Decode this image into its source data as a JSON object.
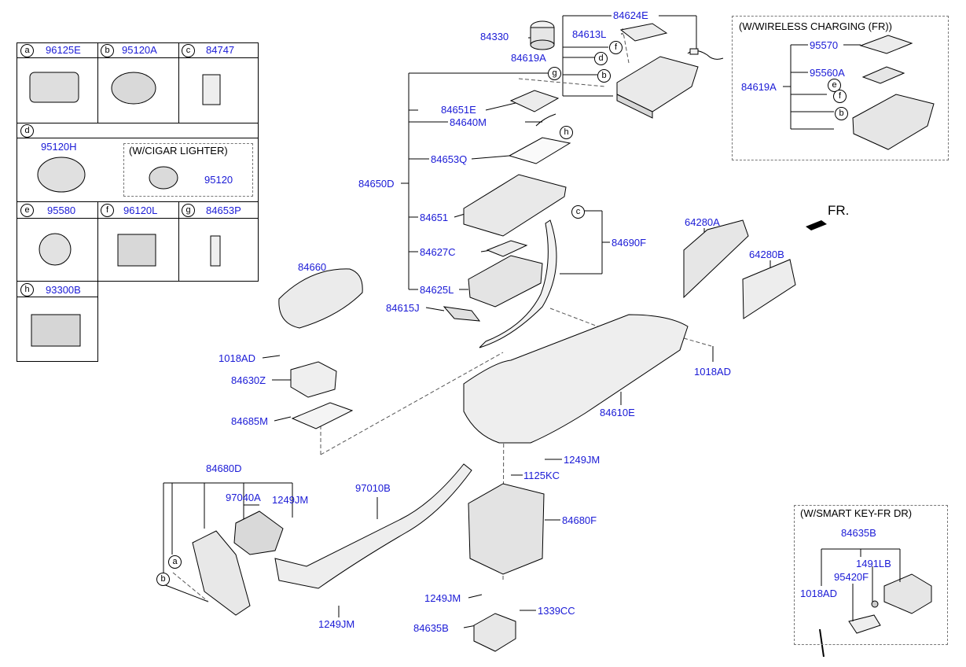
{
  "legend": {
    "a": {
      "letter": "a",
      "part": "96125E"
    },
    "b": {
      "letter": "b",
      "part": "95120A"
    },
    "c": {
      "letter": "c",
      "part": "84747"
    },
    "d": {
      "letter": "d",
      "part": "95120H",
      "option_title": "(W/CIGAR LIGHTER)",
      "option_part": "95120"
    },
    "e": {
      "letter": "e",
      "part": "95580"
    },
    "f": {
      "letter": "f",
      "part": "96120L"
    },
    "g": {
      "letter": "g",
      "part": "84653P"
    },
    "h": {
      "letter": "h",
      "part": "93300B"
    }
  },
  "wireless": {
    "title": "(W/WIRELESS CHARGING (FR))",
    "p1": "95570",
    "p2": "95560A",
    "p3": "84619A",
    "ce": "e",
    "cf": "f",
    "cb": "b"
  },
  "smartkey": {
    "title": "(W/SMART KEY-FR DR)",
    "p1": "84635B",
    "p2": "1491LB",
    "p3": "95420F",
    "p4": "1018AD"
  },
  "fr_label": "FR.",
  "parts": {
    "p84624E": "84624E",
    "p84330": "84330",
    "p84613L": "84613L",
    "p84619A": "84619A",
    "p84651E": "84651E",
    "p84640M": "84640M",
    "p84653Q": "84653Q",
    "p84650D": "84650D",
    "p84651": "84651",
    "p84627C": "84627C",
    "p84625L": "84625L",
    "p84690F": "84690F",
    "p84615J": "84615J",
    "p84660": "84660",
    "p1018AD_a": "1018AD",
    "p84630Z": "84630Z",
    "p84685M": "84685M",
    "p64280A": "64280A",
    "p64280B": "64280B",
    "p1018AD_b": "1018AD",
    "p84610E": "84610E",
    "p1249JM_a": "1249JM",
    "p1125KC": "1125KC",
    "p84680D": "84680D",
    "p97040A": "97040A",
    "p1249JM_b": "1249JM",
    "p97010B": "97010B",
    "p84680F": "84680F",
    "p1249JM_c": "1249JM",
    "p1339CC": "1339CC",
    "p84635B": "84635B",
    "p1249JM_d": "1249JM"
  },
  "callouts": {
    "d": "d",
    "f": "f",
    "b": "b",
    "g": "g",
    "h": "h",
    "c": "c",
    "a": "a",
    "b2": "b"
  }
}
